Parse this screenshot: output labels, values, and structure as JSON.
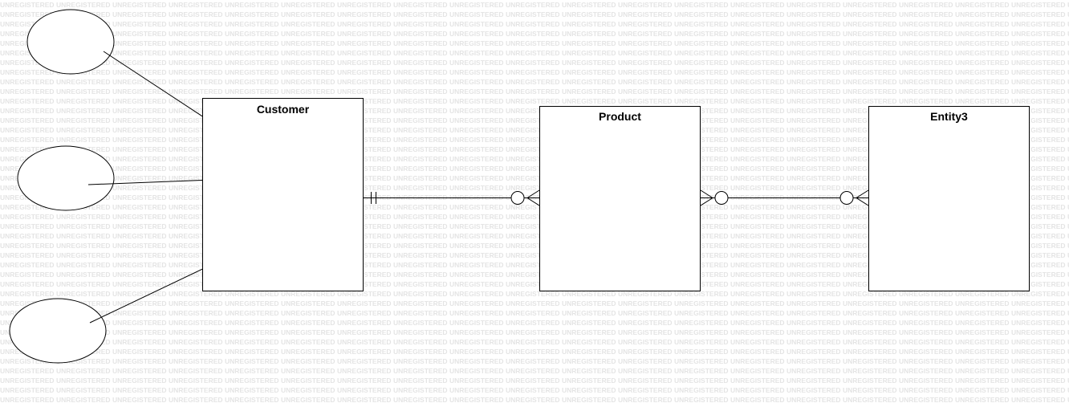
{
  "watermark": {
    "text": "UNREGISTERED",
    "color": "#e4e4e4"
  },
  "entities": {
    "customer": {
      "title": "Customer"
    },
    "product": {
      "title": "Product"
    },
    "entity3": {
      "title": "Entity3"
    }
  },
  "attributes": [
    {
      "label": "",
      "entity": "customer"
    },
    {
      "label": "",
      "entity": "customer"
    },
    {
      "label": "",
      "entity": "customer"
    }
  ],
  "relationships": [
    {
      "from": "customer",
      "from_cardinality": "one-and-only-one",
      "to": "product",
      "to_cardinality": "zero-or-many"
    },
    {
      "from": "product",
      "from_cardinality": "zero-or-many",
      "to": "entity3",
      "to_cardinality": "zero-or-many"
    }
  ]
}
